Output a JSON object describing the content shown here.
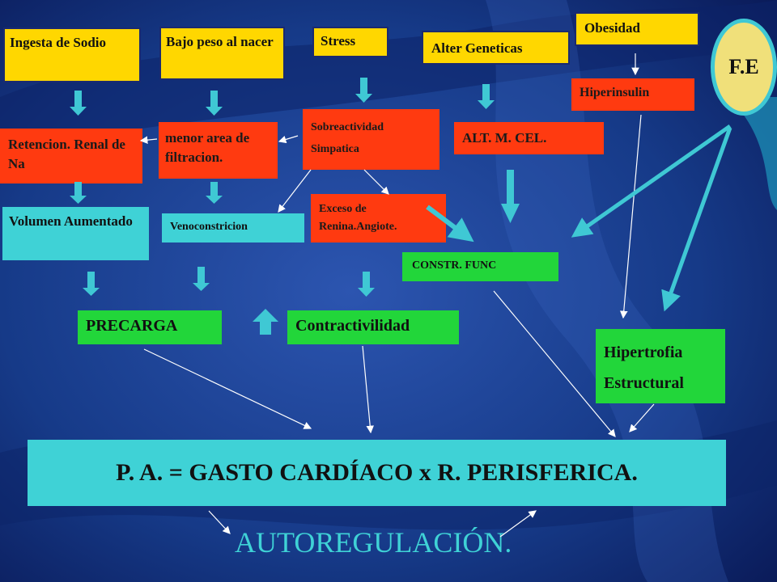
{
  "diagram": {
    "top_causes": {
      "sodium": "Ingesta de Sodio",
      "low_birth_weight": "Bajo peso al nacer",
      "stress": "Stress",
      "genetic": "Alter Geneticas",
      "obesity": "Obesidad"
    },
    "fe_label": "F.E",
    "hyperinsulin": "Hiperinsulin",
    "renal_retention": "Retencion. Renal de Na",
    "filtration_area": "menor area de filtracion.",
    "sympathetic_line1": "Sobreactividad",
    "sympathetic_line2": "Simpatica",
    "cell_alteration": "ALT. M. CEL.",
    "renin_excess": "Exceso de Renina.Angiote.",
    "volume_increased": "Volumen Aumentado",
    "venoconstriction": "Venoconstricion",
    "functional_constriction": "CONSTR. FUNC",
    "preload": "PRECARGA",
    "contractility": "Contractivilidad",
    "hypertrophy_line1": "Hipertrofia",
    "hypertrophy_line2": "Estructural",
    "formula": "P. A. = GASTO CARDÍACO x R. PERISFERICA.",
    "autoregulation": "AUTOREGULACIÓN."
  },
  "colors": {
    "background_dark": "#0b1a5c",
    "background_light": "#2a4fa8",
    "yellow": "#ffd700",
    "red": "#ff3a10",
    "cyan": "#3fd2d6",
    "green": "#22d63a",
    "arrow": "#3fc8d4"
  }
}
